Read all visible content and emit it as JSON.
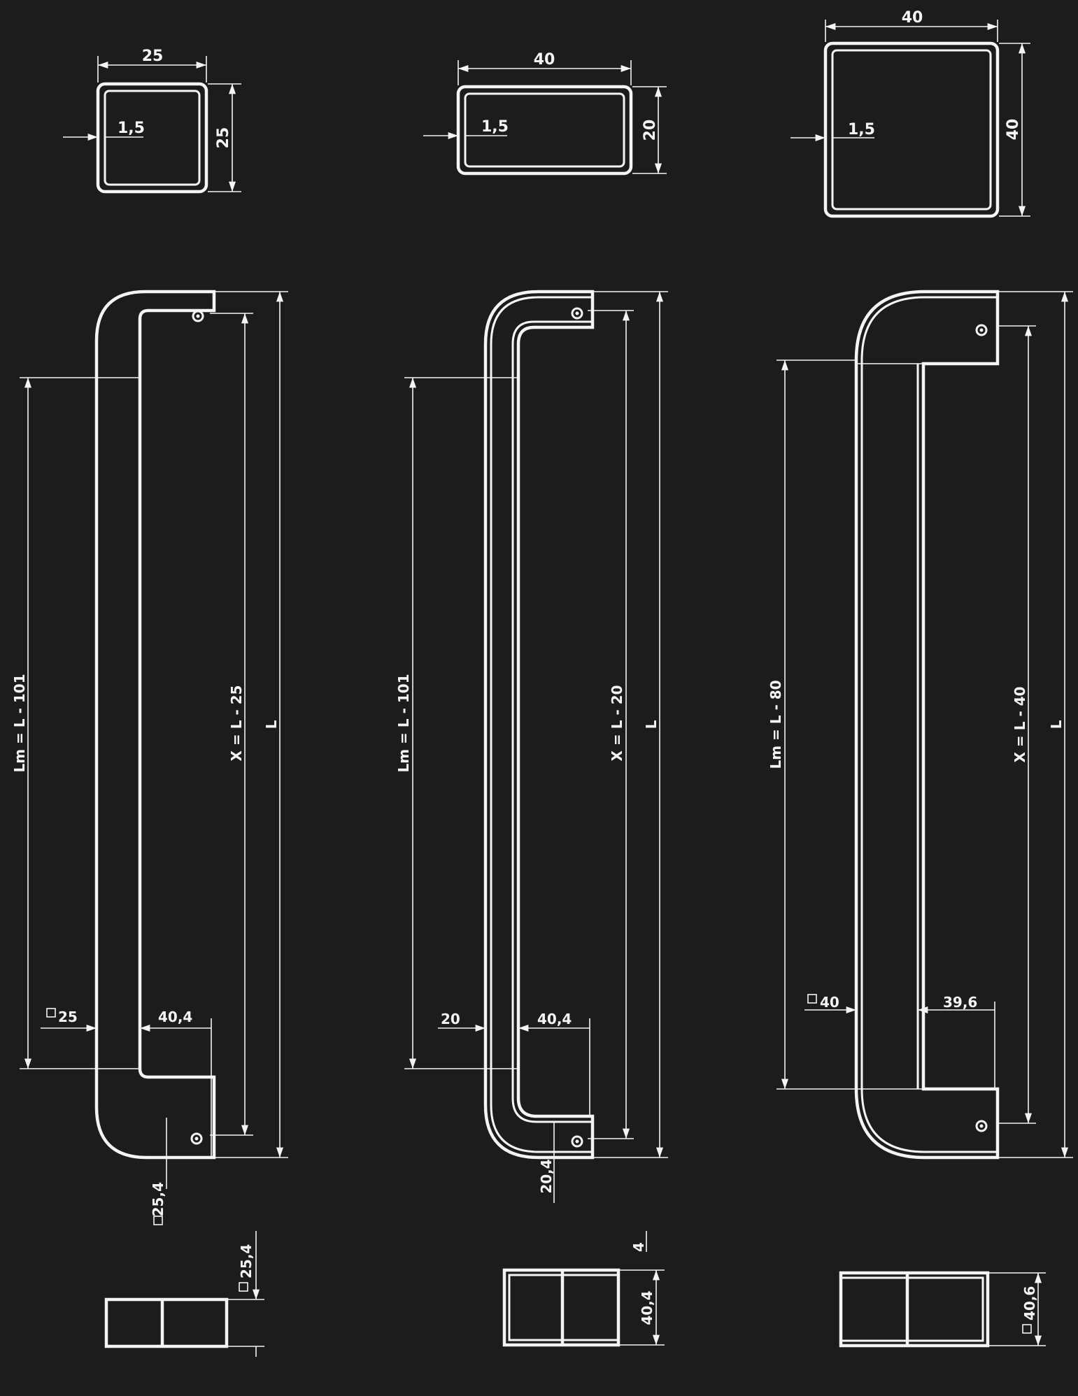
{
  "profiles": [
    {
      "width": "25",
      "height": "25",
      "wall": "1,5"
    },
    {
      "width": "40",
      "height": "20",
      "wall": "1,5"
    },
    {
      "width": "40",
      "height": "40",
      "wall": "1,5"
    }
  ],
  "handles": [
    {
      "lm": "Lm = L - 101",
      "x": "X = L - 25",
      "l": "L",
      "section": "25",
      "offset": "40,4",
      "end_section": "25,4"
    },
    {
      "lm": "Lm = L - 101",
      "x": "X = L - 20",
      "l": "L",
      "section": "20",
      "offset": "40,4",
      "end_section": "20,4"
    },
    {
      "lm": "Lm = L - 80",
      "x": "X = L - 40",
      "l": "L",
      "section": "40",
      "offset": "39,6"
    }
  ],
  "end_views": [
    {
      "height": "25,4"
    },
    {
      "top": "4",
      "height": "40,4"
    },
    {
      "height": "40,6"
    }
  ],
  "colors": {
    "background": "#1c1c1c",
    "line": "#f4f4f4"
  }
}
